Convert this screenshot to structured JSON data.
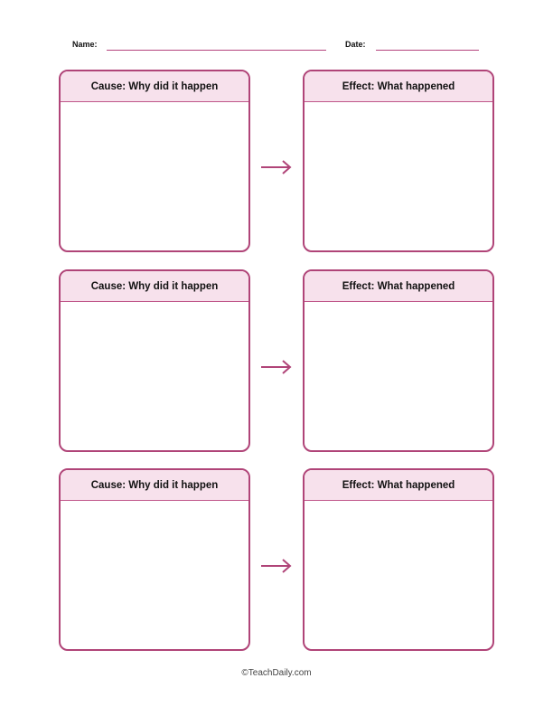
{
  "header": {
    "name_label": "Name:",
    "date_label": "Date:"
  },
  "rows": [
    {
      "cause_title": "Cause: Why did it happen",
      "effect_title": "Effect: What happened"
    },
    {
      "cause_title": "Cause: Why did it happen",
      "effect_title": "Effect: What happened"
    },
    {
      "cause_title": "Cause: Why did it happen",
      "effect_title": "Effect: What happened"
    }
  ],
  "footer": {
    "copyright": "©TeachDaily.com"
  },
  "colors": {
    "accent": "#b04478",
    "header_fill": "#f7e1ec"
  },
  "icons": {
    "connector": "arrow-right-icon"
  }
}
